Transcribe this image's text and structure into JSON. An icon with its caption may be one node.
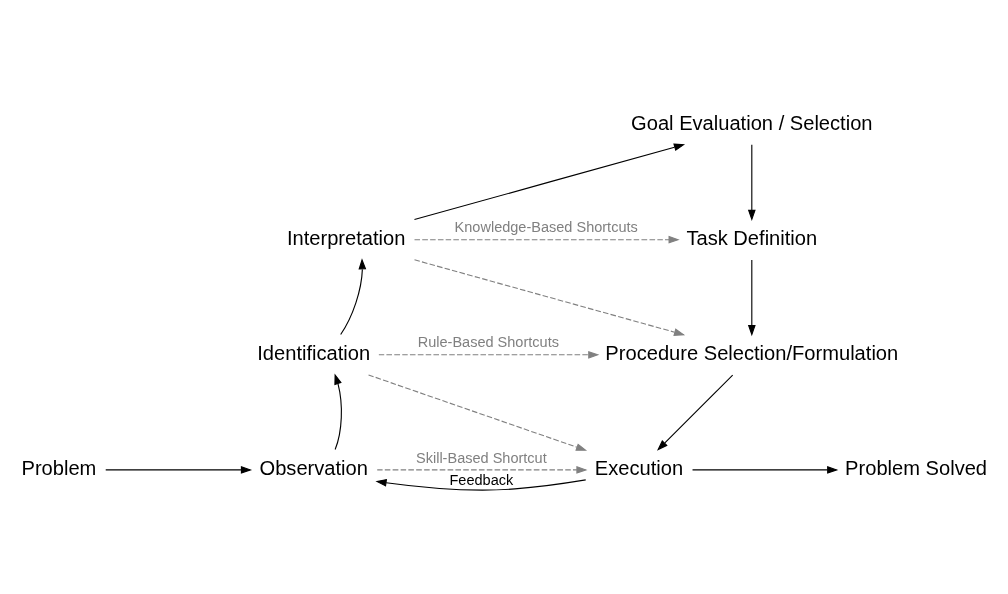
{
  "diagram": {
    "nodes": [
      {
        "text": [
          "Goal Evaluation / Selection"
        ]
      },
      {
        "text": [
          "Interpretation"
        ]
      },
      {
        "text": [
          "Task Definition"
        ]
      },
      {
        "text": [
          "Identification"
        ]
      },
      {
        "text": [
          "Procedure Selection/Formulation"
        ]
      },
      {
        "text": [
          "Problem"
        ]
      },
      {
        "text": [
          "Observation"
        ]
      },
      {
        "text": [
          "Execution"
        ]
      },
      {
        "text": [
          "Problem Solved"
        ]
      }
    ],
    "edges": [
      {
        "from": 1,
        "to": 0,
        "arrow": "to"
      },
      {
        "from": 0,
        "to": 2,
        "arrow": "to"
      },
      {
        "from": 1,
        "to": 2,
        "arrow": "to",
        "label": "Knowledge-Based Shortcuts",
        "style": "dashed",
        "color": "#808080"
      },
      {
        "from": 1,
        "to": 4,
        "arrow": "to",
        "style": "dashed",
        "color": "#808080"
      },
      {
        "from": 2,
        "to": 4,
        "arrow": "to"
      },
      {
        "from": 3,
        "to": 1,
        "arrow": "to"
      },
      {
        "from": 3,
        "to": 4,
        "arrow": "to",
        "label": "Rule-Based Shortcuts",
        "style": "dashed",
        "color": "#808080"
      },
      {
        "from": 3,
        "to": 7,
        "arrow": "to",
        "style": "dashed",
        "color": "#808080"
      },
      {
        "from": 4,
        "to": 7,
        "arrow": "to"
      },
      {
        "from": 6,
        "to": 3,
        "arrow": "to"
      },
      {
        "from": 5,
        "to": 6,
        "arrow": "to"
      },
      {
        "from": 6,
        "to": 7,
        "arrow": "to",
        "label": "Skill-Based Shortcut",
        "style": "dashed",
        "color": "#808080"
      },
      {
        "from": 7,
        "to": 8,
        "arrow": "to"
      },
      {
        "from": 7,
        "to": 6,
        "arrow": "to",
        "label": "Feedback"
      }
    ]
  }
}
